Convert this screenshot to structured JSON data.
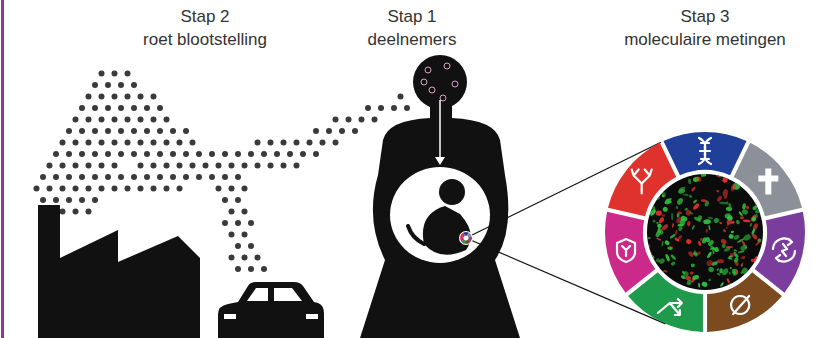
{
  "diagram": {
    "labels": [
      "Stap 2",
      "roet blootstelling",
      "Stap 1",
      "deelnemers",
      "Stap 3",
      "moleculaire metingen"
    ]
  }
}
